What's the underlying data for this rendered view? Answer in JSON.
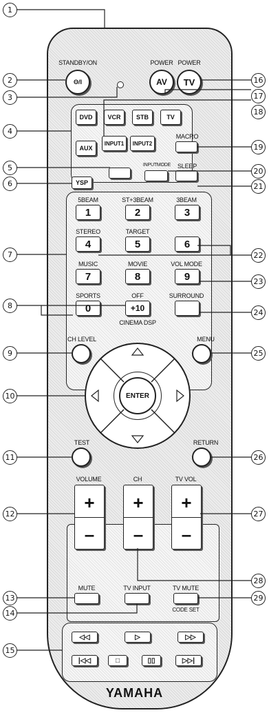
{
  "callouts": [
    "1",
    "2",
    "3",
    "4",
    "5",
    "6",
    "7",
    "8",
    "9",
    "10",
    "11",
    "12",
    "13",
    "14",
    "15",
    "16",
    "17",
    "18",
    "19",
    "20",
    "21",
    "22",
    "23",
    "24",
    "25",
    "26",
    "27",
    "28",
    "29"
  ],
  "labels": {
    "standby_on": "STANDBY/ON",
    "power_av": "POWER",
    "power_tv": "POWER",
    "sbeam": "5BEAM",
    "st3beam": "ST+3BEAM",
    "beam3": "3BEAM",
    "stereo": "STEREO",
    "target": "TARGET",
    "music": "MUSIC",
    "movie": "MOVIE",
    "vol_mode": "VOL MODE",
    "sports": "SPORTS",
    "off": "OFF",
    "surround": "SURROUND",
    "cinema_dsp": "CINEMA DSP",
    "ch_level": "CH LEVEL",
    "menu": "MENU",
    "test": "TEST",
    "return": "RETURN",
    "volume": "VOLUME",
    "ch": "CH",
    "tv_vol": "TV VOL",
    "mute": "MUTE",
    "tv_input": "TV INPUT",
    "tv_mute": "TV MUTE",
    "code_set": "CODE SET",
    "inputmode": "INPUTMODE",
    "macro": "MACRO",
    "sleep": "SLEEP"
  },
  "buttons": {
    "standby_glyph": "ʘ/I",
    "av": "AV",
    "tv_power": "TV",
    "dvd": "DVD",
    "vcr": "VCR",
    "stb": "STB",
    "tv": "TV",
    "aux": "AUX",
    "input1": "INPUT1",
    "input2": "INPUT2",
    "ysp": "YSP",
    "enter": "ENTER",
    "n1": "1",
    "n2": "2",
    "n3": "3",
    "n4": "4",
    "n5": "5",
    "n6": "6",
    "n7": "7",
    "n8": "8",
    "n9": "9",
    "n0": "0",
    "plus10": "+10"
  },
  "brand": "YAMAHA"
}
